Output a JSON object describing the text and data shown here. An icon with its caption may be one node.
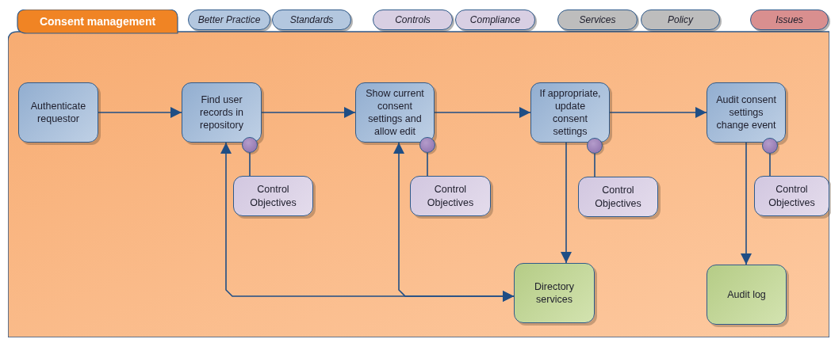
{
  "diagram": {
    "nodes": [
      {
        "text": [
          "Consent management"
        ]
      },
      {
        "text": [
          "Better Practice"
        ]
      },
      {
        "text": [
          "Standards"
        ]
      },
      {
        "text": [
          "Controls"
        ]
      },
      {
        "text": [
          "Compliance"
        ]
      },
      {
        "text": [
          "Services"
        ]
      },
      {
        "text": [
          "Policy"
        ]
      },
      {
        "text": [
          "Issues"
        ]
      },
      {
        "text": [
          "Authenticate requestor"
        ],
        "in": 0
      },
      {
        "text": [
          "Find user records in repository"
        ],
        "in": 0
      },
      {
        "text": [
          "Show current consent settings and allow edit"
        ],
        "in": 0
      },
      {
        "text": [
          "If appropriate, update consent settings"
        ],
        "in": 0
      },
      {
        "text": [
          "Audit consent settings change event"
        ],
        "in": 0
      },
      {
        "text": [],
        "shape": "circle",
        "in": 0
      },
      {
        "text": [],
        "shape": "circle",
        "in": 0
      },
      {
        "text": [],
        "shape": "circle",
        "in": 0
      },
      {
        "text": [],
        "shape": "circle",
        "in": 0
      },
      {
        "text": [
          "Control Objectives"
        ],
        "in": 0
      },
      {
        "text": [
          "Control Objectives"
        ],
        "in": 0
      },
      {
        "text": [
          "Control Objectives"
        ],
        "in": 0
      },
      {
        "text": [
          "Control Objectives"
        ],
        "in": 0
      },
      {
        "text": [
          "Directory services"
        ],
        "in": 0
      },
      {
        "text": [
          "Audit log"
        ],
        "in": 0
      }
    ],
    "edges": [
      {
        "from": 8,
        "to": 9,
        "arrow": "to"
      },
      {
        "from": 9,
        "to": 10,
        "arrow": "to"
      },
      {
        "from": 10,
        "to": 11,
        "arrow": "to"
      },
      {
        "from": 11,
        "to": 12,
        "arrow": "to"
      },
      {
        "from": 13,
        "to": 17,
        "arrow": "none"
      },
      {
        "from": 14,
        "to": 18,
        "arrow": "none"
      },
      {
        "from": 15,
        "to": 19,
        "arrow": "none"
      },
      {
        "from": 16,
        "to": 20,
        "arrow": "none"
      },
      {
        "from": 9,
        "to": 21,
        "arrow": "both"
      },
      {
        "from": 10,
        "to": 21,
        "arrow": "both"
      },
      {
        "from": 11,
        "to": 21,
        "arrow": "to"
      },
      {
        "from": 12,
        "to": 22,
        "arrow": "to"
      }
    ]
  }
}
